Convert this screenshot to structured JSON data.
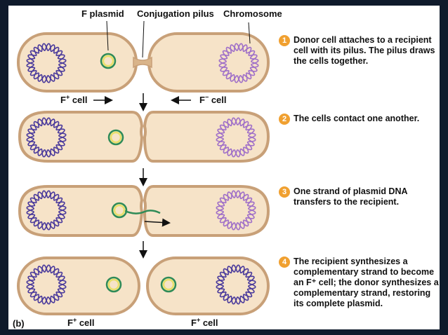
{
  "labels": {
    "f_plasmid": "F plasmid",
    "pilus": "Conjugation pilus",
    "chromosome": "Chromosome",
    "panel": "(b)"
  },
  "cells": {
    "donor_base": "F",
    "donor_sup": "+",
    "donor_suffix": " cell",
    "recipient_base": "F",
    "recipient_sup": "−",
    "recipient_suffix": " cell"
  },
  "steps": [
    {
      "num": "1",
      "text": "Donor cell attaches to a recipient cell with its pilus. The pilus draws the cells together."
    },
    {
      "num": "2",
      "text": "The cells contact one another."
    },
    {
      "num": "3",
      "text": "One strand of plasmid DNA transfers to the recipient."
    },
    {
      "num": "4",
      "text": "The recipient synthesizes a complementary strand to become an F⁺ cell; the donor synthesizes a complementary strand, restoring its complete plasmid."
    }
  ],
  "colors": {
    "cell_fill": "#f6e3c8",
    "cell_stroke": "#c8a078",
    "donor_dna": "#4b3b9c",
    "recipient_dna": "#a070c8",
    "plasmid_outer": "#2e8b57",
    "plasmid_inner": "#e9e06a",
    "step_badge": "#f0a030"
  }
}
